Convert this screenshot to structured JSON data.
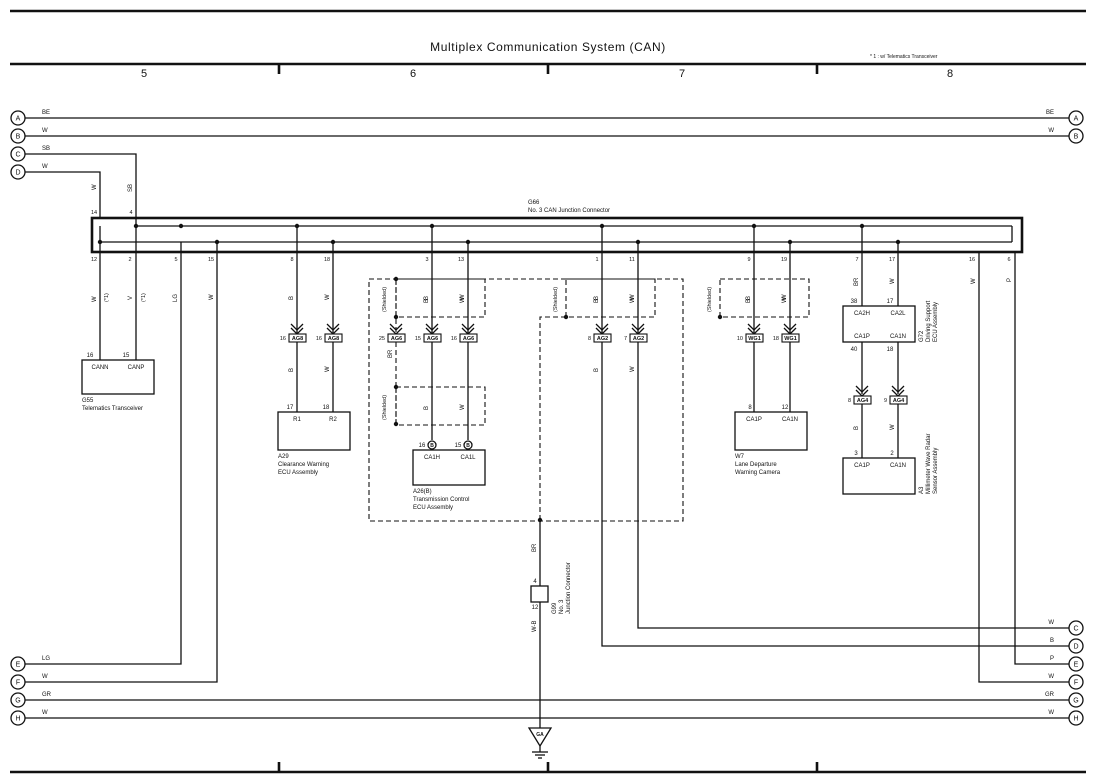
{
  "header": {
    "title": "Multiplex Communication System (CAN)",
    "note": "* 1 : w/ Telematics Transceiver"
  },
  "zones": [
    "5",
    "6",
    "7",
    "8"
  ],
  "left_edge": [
    {
      "letter": "A",
      "color": "BE"
    },
    {
      "letter": "B",
      "color": "W"
    },
    {
      "letter": "C",
      "color": "SB"
    },
    {
      "letter": "D",
      "color": "W"
    },
    {
      "letter": "E",
      "color": "LG"
    },
    {
      "letter": "F",
      "color": "W"
    },
    {
      "letter": "G",
      "color": "GR"
    },
    {
      "letter": "H",
      "color": "W"
    }
  ],
  "right_edge": [
    {
      "letter": "A",
      "color": "BE"
    },
    {
      "letter": "B",
      "color": "W"
    },
    {
      "letter": "C",
      "color": "W"
    },
    {
      "letter": "D",
      "color": "B"
    },
    {
      "letter": "E",
      "color": "P"
    },
    {
      "letter": "F",
      "color": "W"
    },
    {
      "letter": "G",
      "color": "GR"
    },
    {
      "letter": "H",
      "color": "W"
    }
  ],
  "junction_connector": {
    "code": "G66",
    "name": "No. 3 CAN Junction Connector",
    "top_pins": [
      "14",
      "4"
    ],
    "bottom_pins": [
      "12",
      "2",
      "5",
      "15",
      "8",
      "18",
      "3",
      "13",
      "1",
      "11",
      "9",
      "19",
      "7",
      "17",
      "16",
      "6"
    ]
  },
  "wire_labels": {
    "w14": "W",
    "w4": "SB",
    "w12": "W",
    "w12_note": "(*1)",
    "w2": "V",
    "w2_note": "(*1)",
    "w5": "LG",
    "w15": "W",
    "w8": "B",
    "w18": "W",
    "w3": "B",
    "w13": "W",
    "w1": "B",
    "w11": "W",
    "w9": "B",
    "w19": "W",
    "w7": "BR",
    "w17": "W",
    "w16": "W",
    "w6": "P",
    "br25": "BR",
    "a29_b": "B",
    "a29_w": "W",
    "a26_b": "B",
    "a26_w": "W",
    "br_gnd": "BR",
    "wb_gnd": "W-B",
    "ag2_b": "B",
    "ag2_w": "W",
    "a3_b": "B",
    "a3_w": "W"
  },
  "shielded": "(Shielded)",
  "inline_connectors": [
    {
      "pin": "16",
      "code": "AG8"
    },
    {
      "pin": "16",
      "code": "AG8"
    },
    {
      "pin": "25",
      "code": "AG6"
    },
    {
      "pin": "15",
      "code": "AG6"
    },
    {
      "pin": "16",
      "code": "AG6"
    },
    {
      "pin": "8",
      "code": "AG2"
    },
    {
      "pin": "7",
      "code": "AG2"
    },
    {
      "pin": "10",
      "code": "WG1"
    },
    {
      "pin": "18",
      "code": "WG1"
    },
    {
      "pin": "8",
      "code": "AG4"
    },
    {
      "pin": "9",
      "code": "AG4"
    }
  ],
  "components": {
    "g55": {
      "code": "G55",
      "name": "Telematics Transceiver",
      "pin1": "16",
      "pin2": "15",
      "term1": "CANN",
      "term2": "CANP"
    },
    "a29": {
      "code": "A29",
      "name1": "Clearance Warning",
      "name2": "ECU Assembly",
      "pin1": "17",
      "pin2": "18",
      "term1": "R1",
      "term2": "R2"
    },
    "a26": {
      "code": "A26(B)",
      "name1": "Transmission Control",
      "name2": "ECU Assembly",
      "pin1": "16",
      "pin2": "15",
      "conn": "B",
      "term1": "CA1H",
      "term2": "CA1L"
    },
    "w7": {
      "code": "W7",
      "name1": "Lane Departure",
      "name2": "Warning Camera",
      "pin1": "8",
      "pin2": "12",
      "term1": "CA1P",
      "term2": "CA1N"
    },
    "g72": {
      "code": "G72",
      "name1": "Driving Support",
      "name2": "ECU Assembly",
      "pin_tl": "38",
      "pin_tr": "17",
      "pin_bl": "40",
      "pin_br": "18",
      "term_tl": "CA2H",
      "term_tr": "CA2L",
      "term_bl": "CA1P",
      "term_br": "CA1N"
    },
    "a3": {
      "code": "A3",
      "name1": "Millimeter Wave Radar",
      "name2": "Sensor Assembly",
      "pin1": "3",
      "pin2": "2",
      "term1": "CA1P",
      "term2": "CA1N"
    },
    "g99": {
      "code": "G99",
      "name1": "No. 3",
      "name2": "Junction Connector",
      "pin_top": "4",
      "pin_bottom": "12"
    },
    "ground": {
      "label": "GA"
    }
  }
}
